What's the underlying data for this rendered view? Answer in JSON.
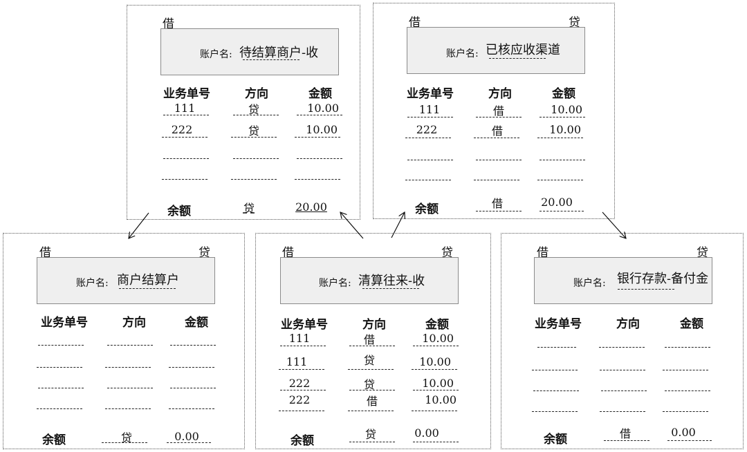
{
  "labels": {
    "debit": "借",
    "credit": "贷",
    "account_name": "账户名:",
    "col_biz_no": "业务单号",
    "col_direction": "方向",
    "col_amount": "金额",
    "balance": "余额"
  },
  "accounts": {
    "pending_settlement": {
      "name": "待结算商户-收",
      "rows": [
        {
          "biz_no": "111",
          "direction": "贷",
          "amount": "10.00"
        },
        {
          "biz_no": "222",
          "direction": "贷",
          "amount": "10.00"
        }
      ],
      "balance": {
        "direction": "贷",
        "amount": "20.00"
      }
    },
    "verified_receivable": {
      "name": "已核应收渠道",
      "rows": [
        {
          "biz_no": "111",
          "direction": "借",
          "amount": "10.00"
        },
        {
          "biz_no": "222",
          "direction": "借",
          "amount": "10.00"
        }
      ],
      "balance": {
        "direction": "借",
        "amount": "20.00"
      }
    },
    "merchant_settlement": {
      "name": "商户结算户",
      "rows": [],
      "balance": {
        "direction": "贷",
        "amount": "0.00"
      }
    },
    "clearing": {
      "name": "清算往来-收",
      "rows": [
        {
          "biz_no": "111",
          "direction": "借",
          "amount": "10.00"
        },
        {
          "biz_no": "111",
          "direction": "贷",
          "amount": "10.00"
        },
        {
          "biz_no": "222",
          "direction": "贷",
          "amount": "10.00"
        },
        {
          "biz_no": "222",
          "direction": "借",
          "amount": "10.00"
        }
      ],
      "balance": {
        "direction": "贷",
        "amount": "0.00"
      }
    },
    "bank_reserve": {
      "name": "银行存款-备付金",
      "rows": [],
      "balance": {
        "direction": "借",
        "amount": "0.00"
      }
    }
  },
  "colors": {
    "name_box_fill": "#efefef",
    "name_box_border": "#8a8a8a",
    "frame_border": "#555555",
    "text": "#111111"
  }
}
